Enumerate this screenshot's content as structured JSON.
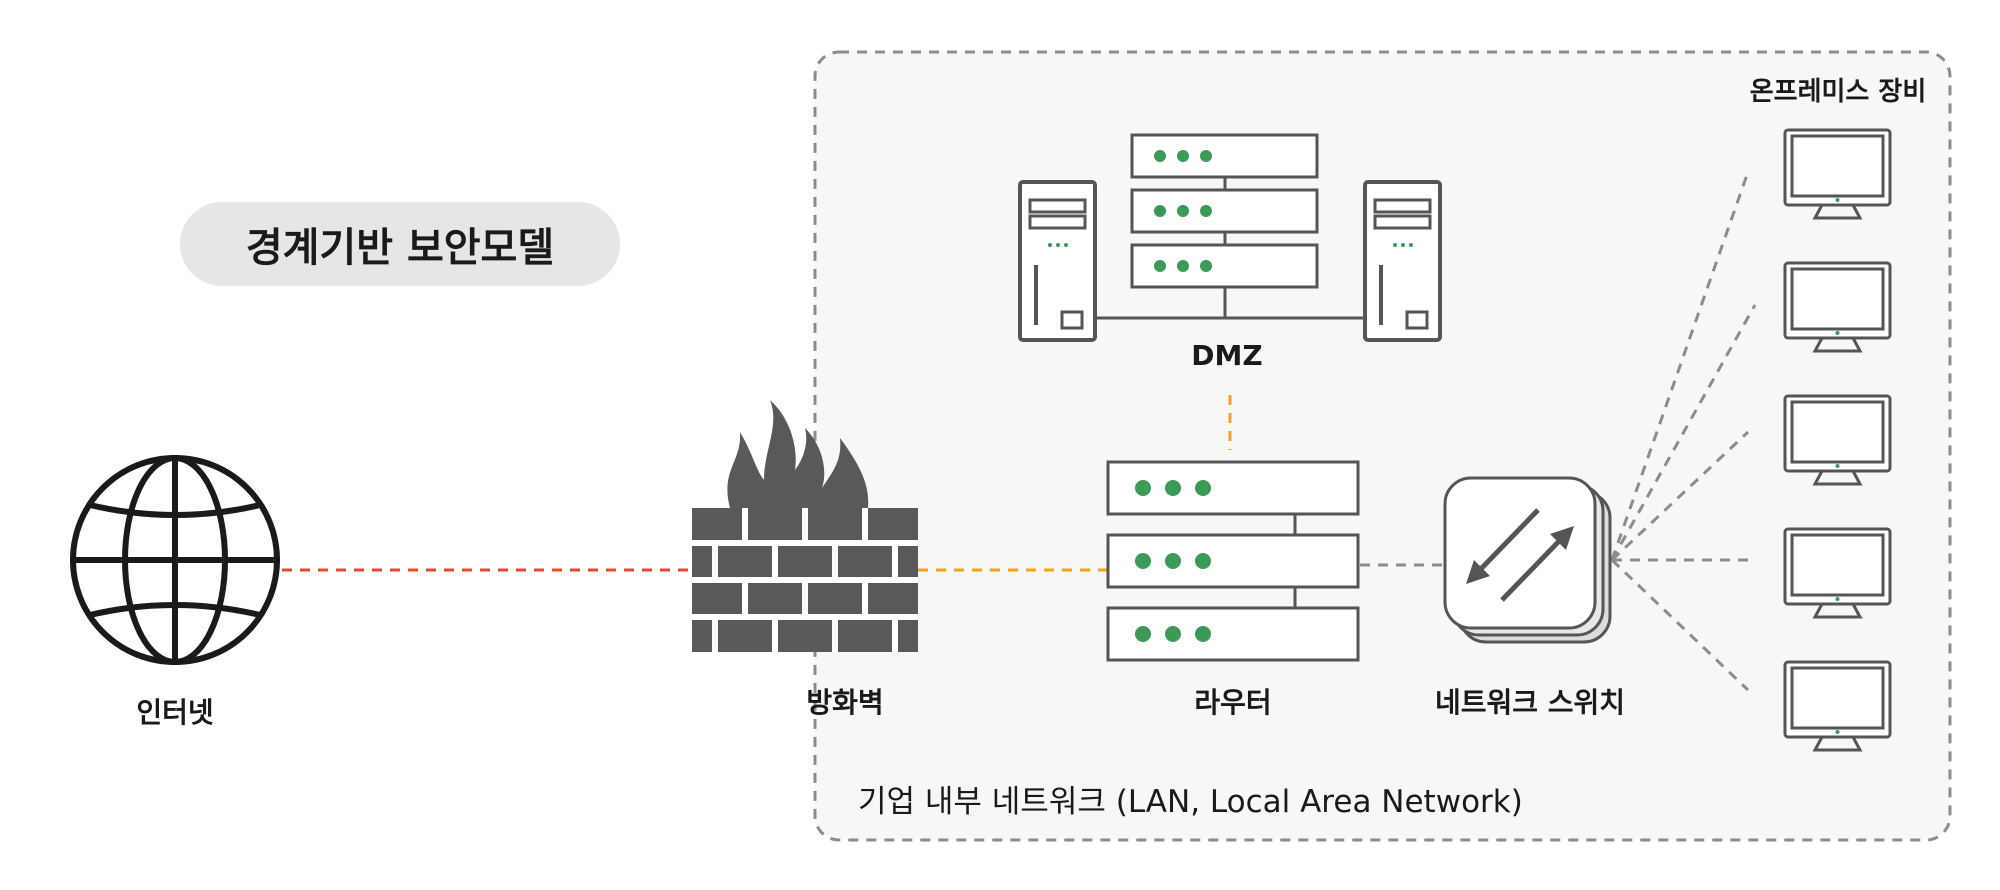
{
  "title": "경계기반 보안모델",
  "labels": {
    "internet": "인터넷",
    "firewall": "방화벽",
    "dmz": "DMZ",
    "router": "라우터",
    "switch": "네트워크 스위치",
    "onprem": "온프레미스 장비",
    "lan": "기업 내부 네트워크 (LAN, Local Area Network)"
  },
  "colors": {
    "red_link": "#e8472c",
    "orange_link": "#f3a21b",
    "gray_link": "#8c8c8c",
    "led_green": "#3b9a56",
    "device_stroke": "#555555",
    "firewall_fill": "#58595b",
    "zone_border": "#8c8c8c",
    "zone_fill": "#f7f7f7"
  },
  "icons": [
    "globe-icon",
    "firewall-icon",
    "server-rack-icon",
    "tower-server-icon",
    "router-icon",
    "switch-icon",
    "monitor-icon"
  ]
}
